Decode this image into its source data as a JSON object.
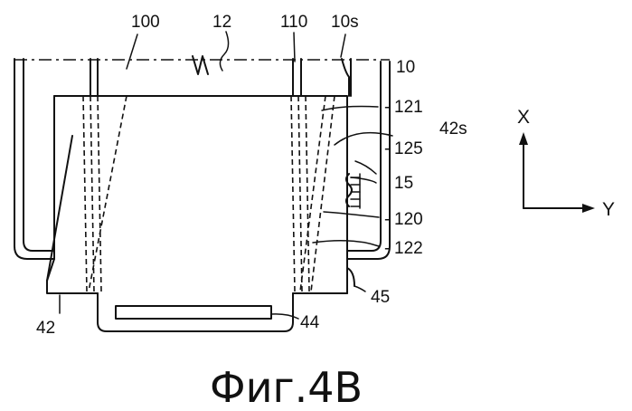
{
  "figure": {
    "caption": "Фиг.4B",
    "labels": {
      "l100": "100",
      "l12": "12",
      "l110": "110",
      "l10s": "10s",
      "l10": "10",
      "l121": "121",
      "l42s": "42s",
      "l125": "125",
      "l15": "15",
      "l120": "120",
      "l122": "122",
      "l45": "45",
      "l44": "44",
      "l42": "42"
    },
    "axes": {
      "x_label": "X",
      "y_label": "Y"
    }
  }
}
